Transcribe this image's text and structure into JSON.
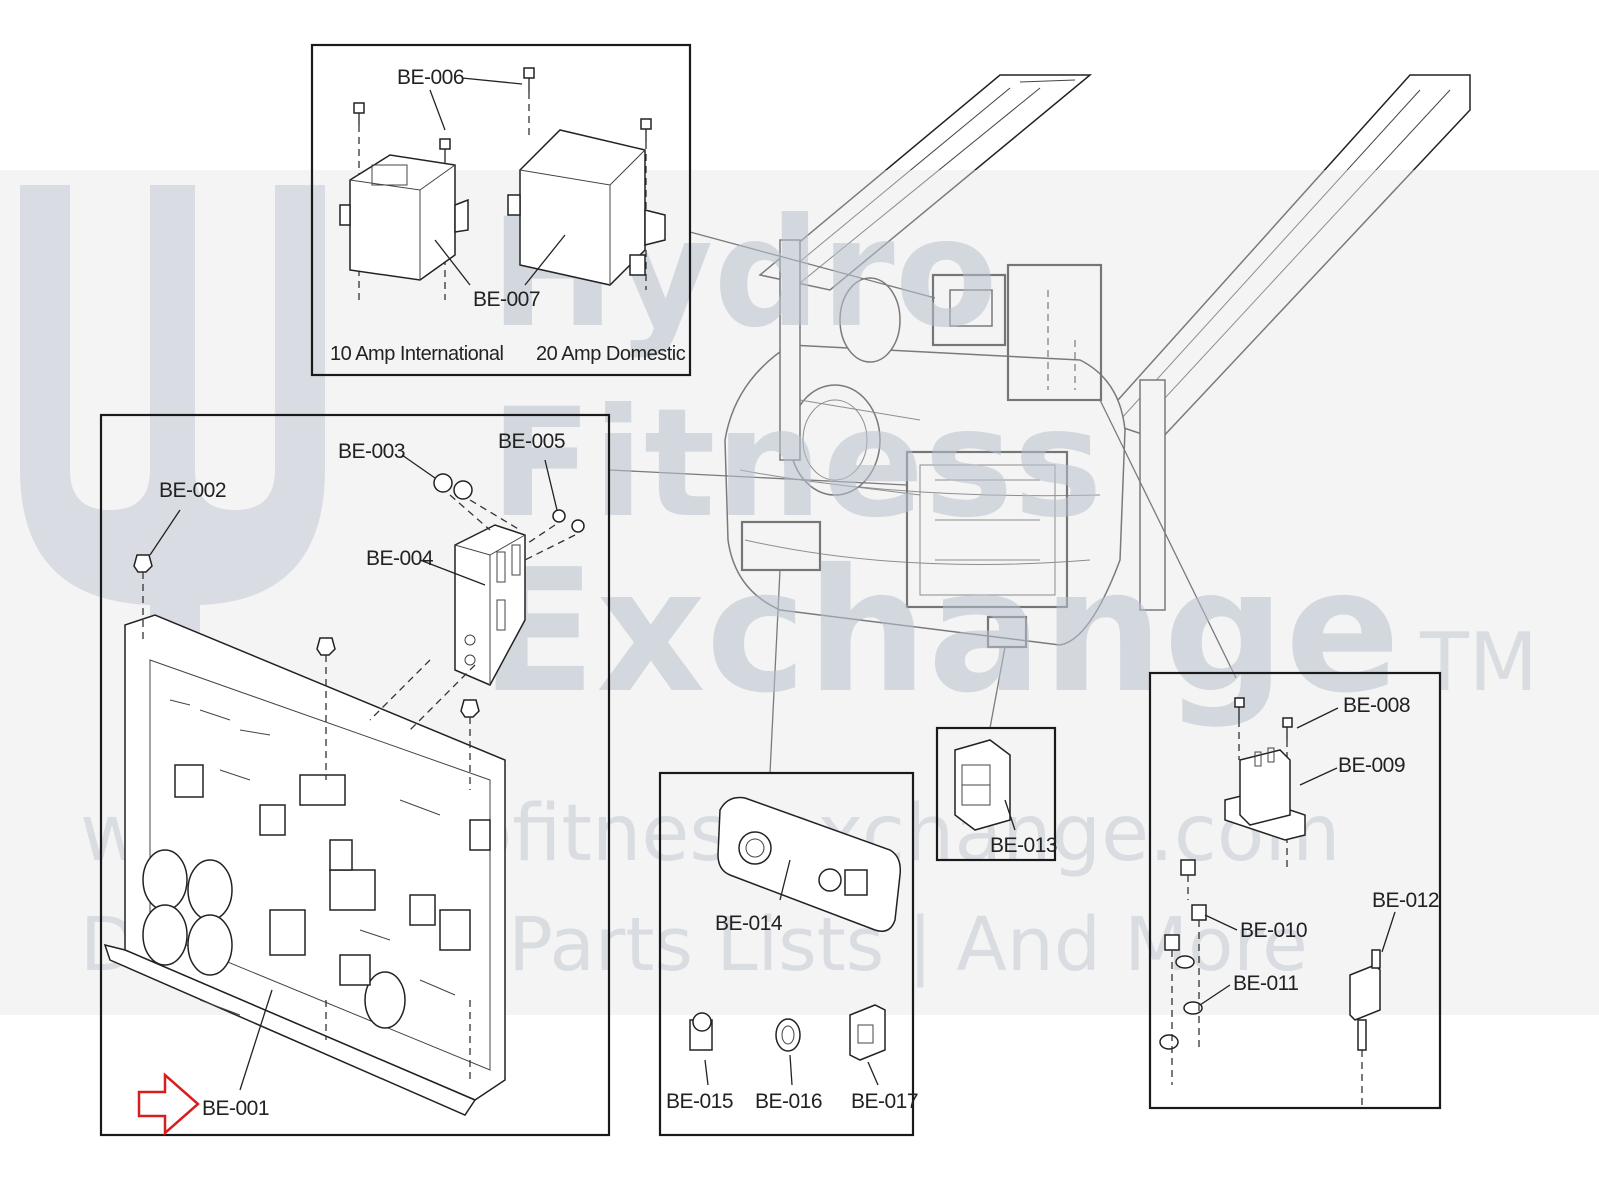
{
  "captions": {
    "left": "10 Amp International",
    "right": "20 Amp Domestic"
  },
  "labels": {
    "be001": "BE-001",
    "be002": "BE-002",
    "be003": "BE-003",
    "be004": "BE-004",
    "be005": "BE-005",
    "be006": "BE-006",
    "be007": "BE-007",
    "be008": "BE-008",
    "be009": "BE-009",
    "be010": "BE-010",
    "be011": "BE-011",
    "be012": "BE-012",
    "be013": "BE-013",
    "be014": "BE-014",
    "be015": "BE-015",
    "be016": "BE-016",
    "be017": "BE-017"
  },
  "watermark": {
    "line1": "Hydro",
    "line2": "Fitness",
    "line3": "Exchange",
    "tm": "TM",
    "url": "www.hydrofitnessexchange.com",
    "tagline": "Diagrams | Parts Lists | And More"
  },
  "colors": {
    "pointer_arrow": "#d81e1e",
    "watermark_band": "#e6e6e6",
    "watermark_text": "#b9c2cf"
  }
}
